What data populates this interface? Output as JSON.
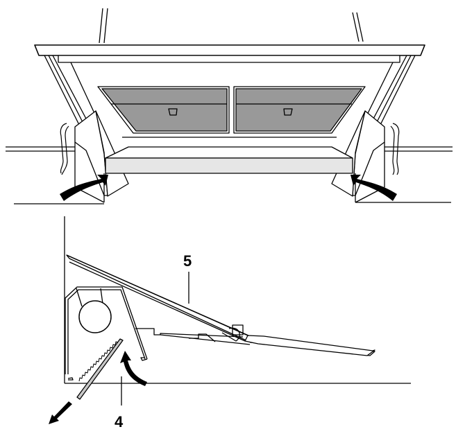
{
  "diagram": {
    "top_view": {
      "description": "Front view of range hood with two grease filters and side airflow arrows",
      "filter_count": 2,
      "colors": {
        "filter_fill": "#999999",
        "front_strip": "#e6e6e6",
        "line": "#000000",
        "background": "#ffffff"
      }
    },
    "side_view": {
      "description": "Cross-section showing filter removal",
      "callouts": [
        {
          "id": "callout-5",
          "label": "5"
        },
        {
          "id": "callout-4",
          "label": "4"
        }
      ],
      "colors": {
        "filter_fill": "#c8c8c8"
      }
    }
  }
}
